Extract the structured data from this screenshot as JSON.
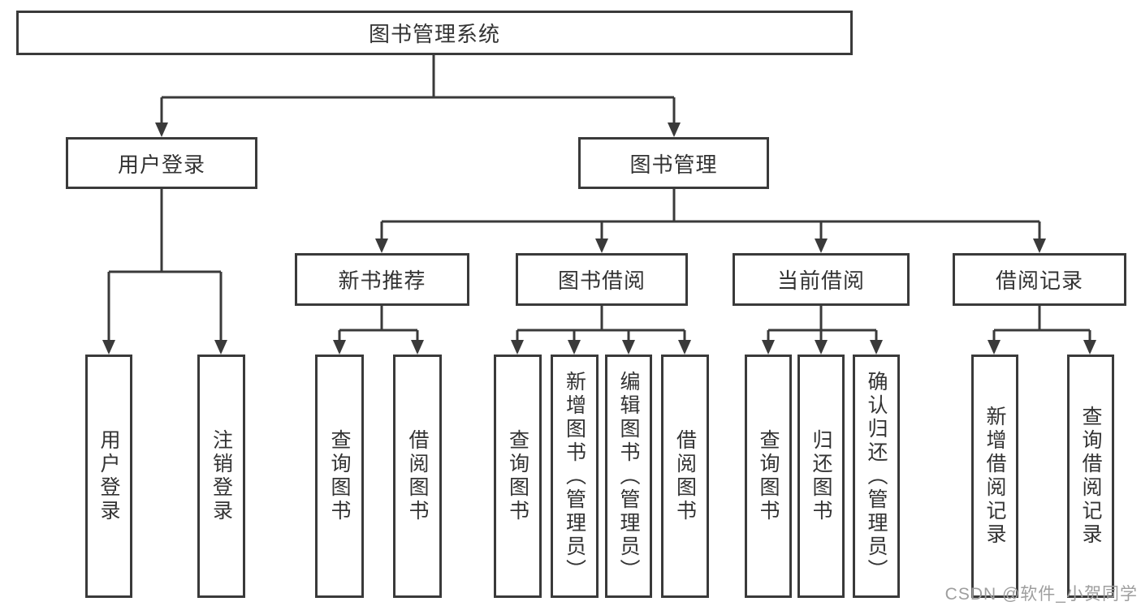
{
  "diagram": {
    "root": {
      "label": "图书管理系统"
    },
    "level2": [
      {
        "label": "用户登录",
        "leaves": [
          "用户登录",
          "注销登录"
        ]
      },
      {
        "label": "图书管理",
        "groups": [
          {
            "label": "新书推荐",
            "leaves": [
              "查询图书",
              "借阅图书"
            ]
          },
          {
            "label": "图书借阅",
            "leaves": [
              "查询图书",
              "新增图书（管理员）",
              "编辑图书（管理员）",
              "借阅图书"
            ]
          },
          {
            "label": "当前借阅",
            "leaves": [
              "查询图书",
              "归还图书",
              "确认归还（管理员）"
            ]
          },
          {
            "label": "借阅记录",
            "leaves": [
              "新增借阅记录",
              "查询借阅记录"
            ]
          }
        ]
      }
    ],
    "watermark": "CSDN @软件_小贺同学",
    "colors": {
      "line": "#3a3a3a",
      "box_border": "#3a3a3a",
      "box_fill": "#ffffff",
      "text": "#333333",
      "watermark": "#9e9e9e"
    }
  }
}
